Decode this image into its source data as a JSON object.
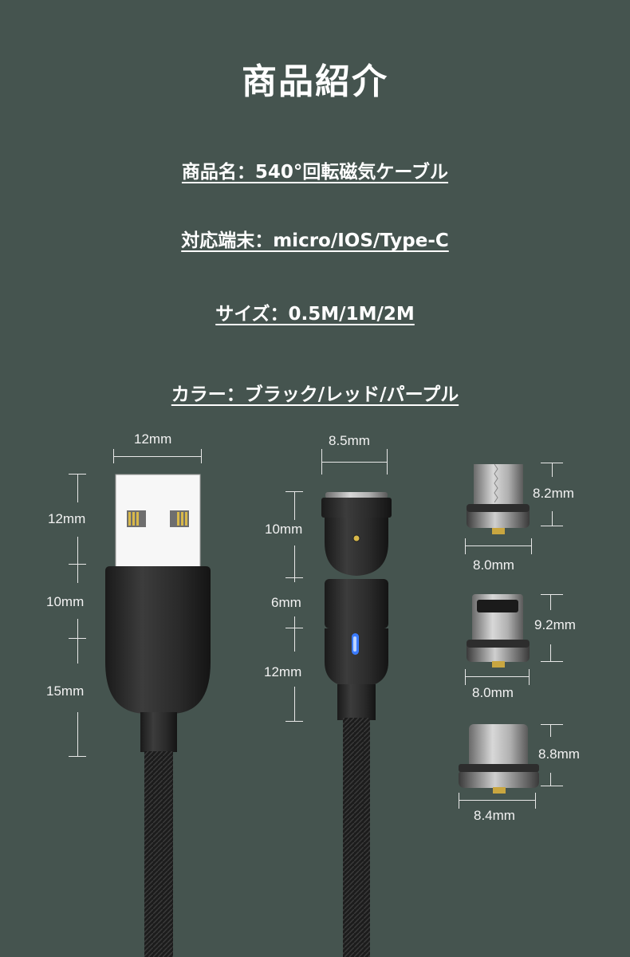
{
  "page": {
    "title": "商品紹介",
    "background_color": "#45544f",
    "text_color": "#ffffff"
  },
  "specs": [
    {
      "label": "商品名",
      "value": "540°回転磁気ケーブル",
      "text": "商品名：540°回転磁気ケーブル"
    },
    {
      "label": "対応端末",
      "value": "micro/IOS/Type-C",
      "text": "対応端末：micro/IOS/Type-C"
    },
    {
      "label": "サイズ",
      "value": "0.5M/1M/2M",
      "text": "サイズ：0.5M/1M/2M"
    },
    {
      "label": "カラー",
      "value": "ブラック/レッド/パープル",
      "text": "カラー：ブラック/レッド/パープル"
    }
  ],
  "dimensions": {
    "usb": {
      "width": "12mm",
      "heights": [
        "12mm",
        "10mm",
        "15mm"
      ]
    },
    "magnetic_head": {
      "width": "8.5mm",
      "heights": [
        "10mm",
        "6mm",
        "12mm"
      ],
      "led_color": "#3a7bff"
    },
    "tips": [
      {
        "type": "micro",
        "height": "8.2mm",
        "width": "8.0mm"
      },
      {
        "type": "lightning",
        "height": "9.2mm",
        "width": "8.0mm"
      },
      {
        "type": "type-c",
        "height": "8.8mm",
        "width": "8.4mm"
      }
    ]
  }
}
